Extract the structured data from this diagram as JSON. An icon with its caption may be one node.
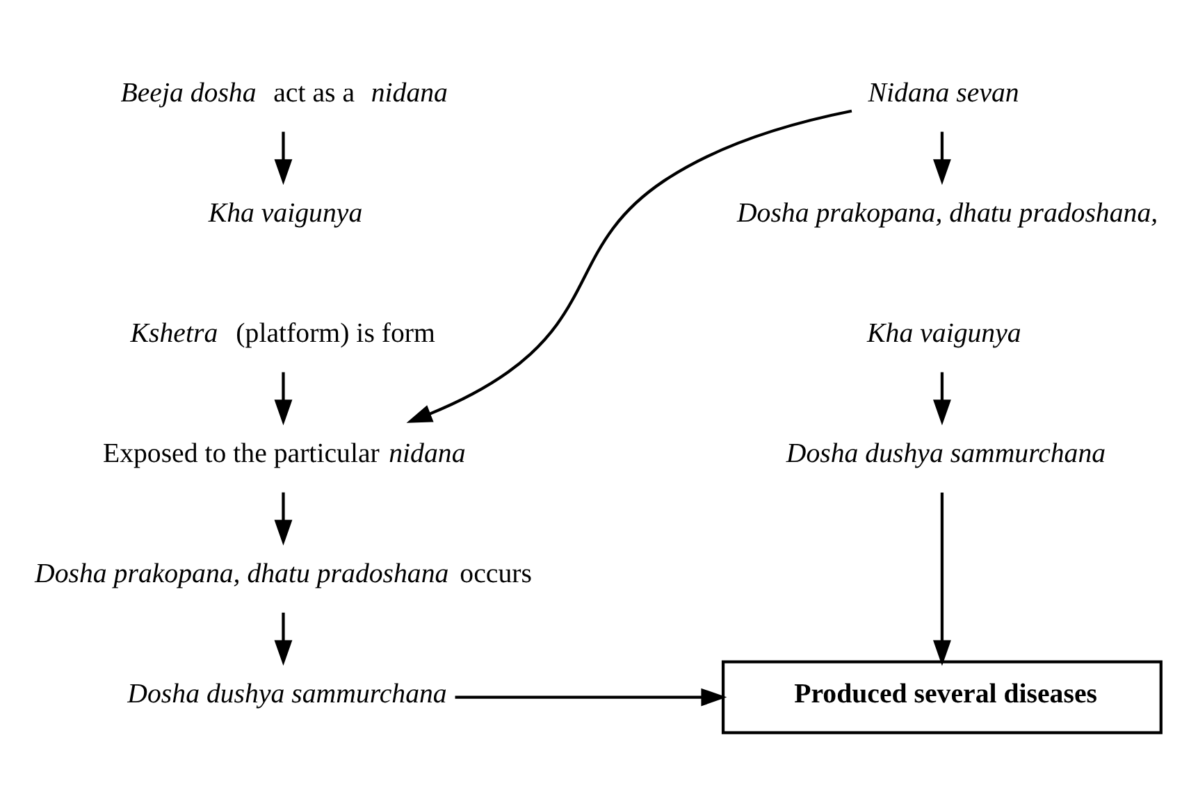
{
  "diagram": {
    "nodes": [
      {
        "text": [
          "*Beeja dosha* act as a *nidana*"
        ]
      },
      {
        "text": [
          "Kha vaigunya"
        ]
      },
      {
        "text": [
          "*Kshetra* (platform) is form"
        ]
      },
      {
        "text": [
          "Exposed to the particular *nidana*"
        ]
      },
      {
        "text": [
          "*Dosha prakopana, dhatu pradoshana* occurs"
        ]
      },
      {
        "text": [
          "Dosha dushya sammurchana"
        ]
      },
      {
        "text": [
          "Nidana sevan"
        ]
      },
      {
        "text": [
          "Dosha prakopana, dhatu pradoshana,"
        ]
      },
      {
        "text": [
          "Kha vaigunya"
        ]
      },
      {
        "text": [
          "Dosha dushya sammurchana"
        ]
      },
      {
        "text": [
          "Produced several diseases"
        ]
      }
    ],
    "edges": [
      {
        "from": 0,
        "to": 1,
        "arrow": "to"
      },
      {
        "from": 2,
        "to": 3,
        "arrow": "to"
      },
      {
        "from": 3,
        "to": 4,
        "arrow": "to"
      },
      {
        "from": 4,
        "to": 5,
        "arrow": "to"
      },
      {
        "from": 5,
        "to": 10,
        "arrow": "to"
      },
      {
        "from": 6,
        "to": 7,
        "arrow": "to"
      },
      {
        "from": 8,
        "to": 9,
        "arrow": "to"
      },
      {
        "from": 9,
        "to": 10,
        "arrow": "to"
      },
      {
        "from": 6,
        "to": 3,
        "arrow": "to"
      }
    ]
  }
}
